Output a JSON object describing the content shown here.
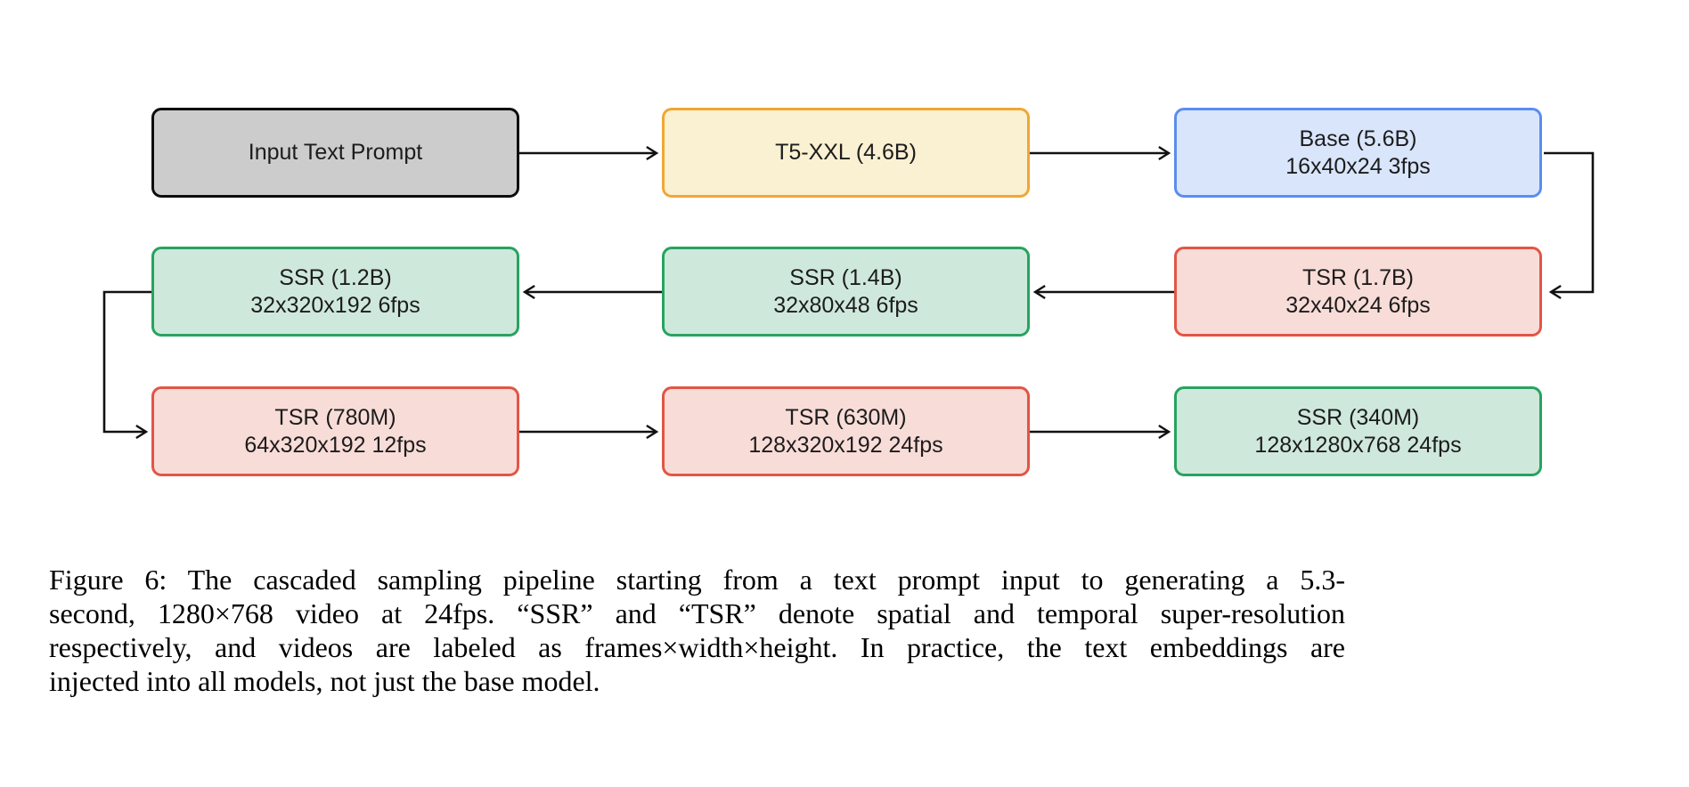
{
  "figure": {
    "caption_lines": [
      "Figure 6:  The cascaded sampling pipeline starting from a text prompt input to generating a 5.3-",
      "second, 1280×768 video at 24fps.  “SSR” and “TSR” denote spatial and temporal super-resolution",
      "respectively, and videos are labeled as frames×width×height.  In practice, the text embeddings are",
      "injected into all models, not just the base model."
    ]
  },
  "diagram": {
    "boxes": [
      {
        "id": "input-text-prompt",
        "title": "Input Text Prompt",
        "subtitle": "",
        "colorway": "gray"
      },
      {
        "id": "t5-xxl",
        "title": "T5-XXL (4.6B)",
        "subtitle": "",
        "colorway": "yellow"
      },
      {
        "id": "base",
        "title": "Base (5.6B)",
        "subtitle": "16x40x24 3fps",
        "colorway": "blue"
      },
      {
        "id": "ssr-1.2b",
        "title": "SSR (1.2B)",
        "subtitle": "32x320x192 6fps",
        "colorway": "green"
      },
      {
        "id": "ssr-1.4b",
        "title": "SSR (1.4B)",
        "subtitle": "32x80x48 6fps",
        "colorway": "green"
      },
      {
        "id": "tsr-1.7b",
        "title": "TSR (1.7B)",
        "subtitle": "32x40x24 6fps",
        "colorway": "red"
      },
      {
        "id": "tsr-780m",
        "title": "TSR (780M)",
        "subtitle": "64x320x192 12fps",
        "colorway": "red"
      },
      {
        "id": "tsr-630m",
        "title": "TSR (630M)",
        "subtitle": "128x320x192 24fps",
        "colorway": "red"
      },
      {
        "id": "ssr-340m",
        "title": "SSR (340M)",
        "subtitle": "128x1280x768 24fps",
        "colorway": "green"
      }
    ],
    "connections": [
      {
        "from": "input-text-prompt",
        "to": "t5-xxl"
      },
      {
        "from": "t5-xxl",
        "to": "base"
      },
      {
        "from": "base",
        "to": "tsr-1.7b"
      },
      {
        "from": "tsr-1.7b",
        "to": "ssr-1.4b"
      },
      {
        "from": "ssr-1.4b",
        "to": "ssr-1.2b"
      },
      {
        "from": "ssr-1.2b",
        "to": "tsr-780m"
      },
      {
        "from": "tsr-780m",
        "to": "tsr-630m"
      },
      {
        "from": "tsr-630m",
        "to": "ssr-340m"
      }
    ],
    "colors": {
      "gray": {
        "fill": "#cccccc",
        "border": "#0d0d0d"
      },
      "yellow": {
        "fill": "#faf0d2",
        "border": "#f0a733"
      },
      "blue": {
        "fill": "#d9e5fb",
        "border": "#5b8def"
      },
      "green": {
        "fill": "#cfe8dc",
        "border": "#27a35f"
      },
      "red": {
        "fill": "#f8dcd8",
        "border": "#e25545"
      }
    },
    "arrow_color": "#111111"
  }
}
